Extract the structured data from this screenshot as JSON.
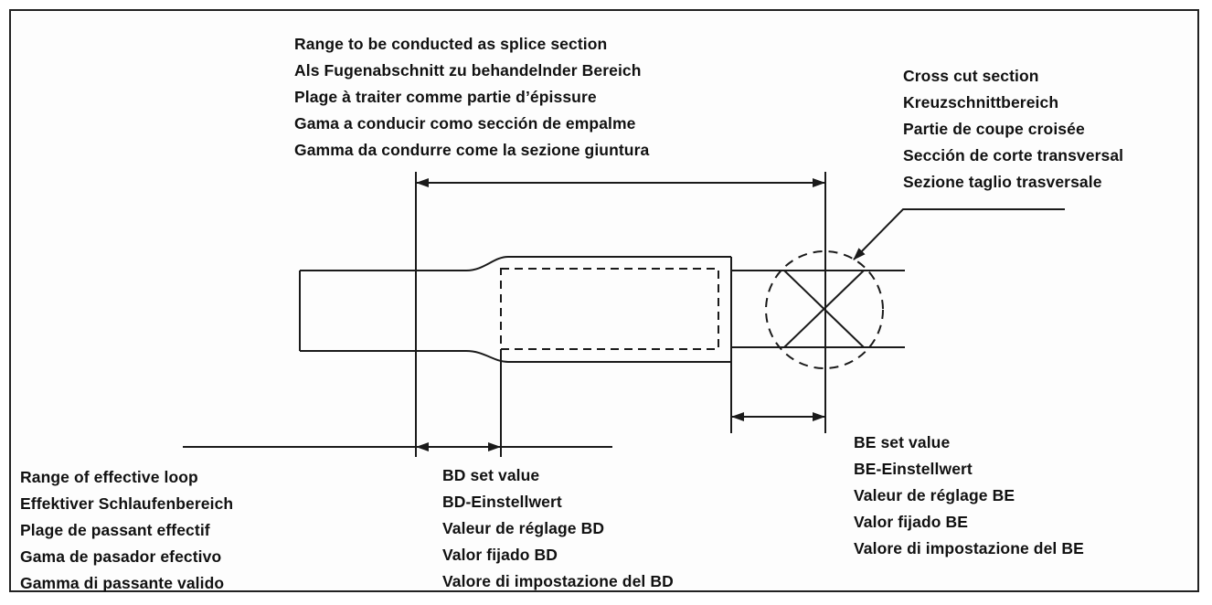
{
  "diagram": {
    "splice_range_labels": [
      "Range to be conducted as splice section",
      "Als Fugenabschnitt zu behandelnder Bereich",
      "Plage à traiter comme partie d’épissure",
      "Gama a conducir como sección de empalme",
      "Gamma da condurre come la sezione giuntura"
    ],
    "cross_cut_labels": [
      "Cross cut section",
      "Kreuzschnittbereich",
      "Partie de coupe croisée",
      "Sección de corte transversal",
      "Sezione taglio trasversale"
    ],
    "effective_loop_labels": [
      "Range of effective loop",
      "Effektiver Schlaufenbereich",
      "Plage de passant effectif",
      "Gama de pasador efectivo",
      "Gamma di passante valido"
    ],
    "bd_set_value_labels": [
      "BD set value",
      "BD-Einstellwert",
      "Valeur de réglage BD",
      "Valor fijado BD",
      "Valore di impostazione del BD"
    ],
    "be_set_value_labels": [
      "BE set value",
      "BE-Einstellwert",
      "Valeur de réglage BE",
      "Valor fijado BE",
      "Valore di impostazione del BE"
    ]
  },
  "colors": {
    "line": "#1a1a1a",
    "border": "#222222",
    "background": "#fdfdfd"
  }
}
